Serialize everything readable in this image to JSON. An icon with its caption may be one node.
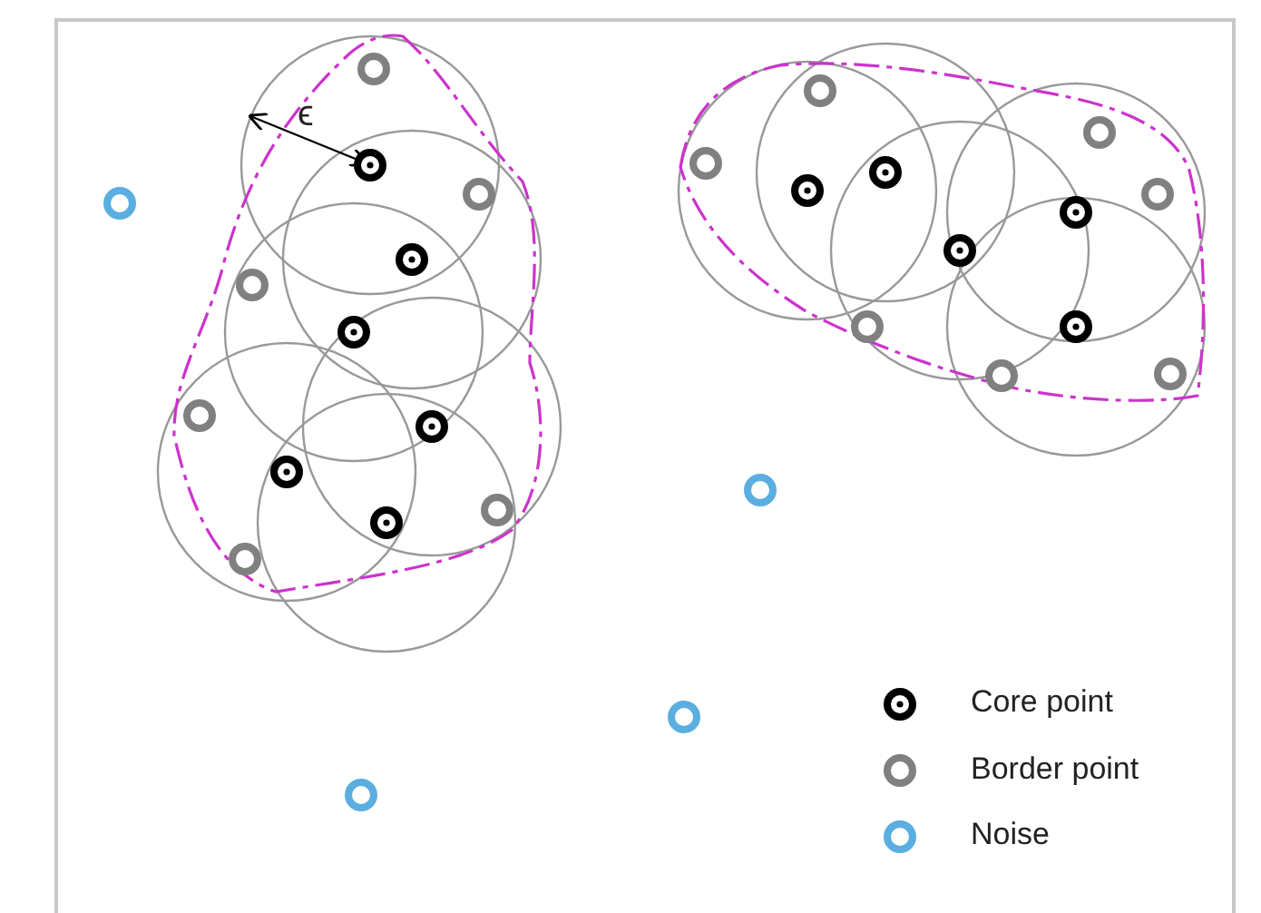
{
  "diagram": {
    "labels": [
      "ϵ"
    ],
    "legend": [
      {
        "text": "Core point"
      },
      {
        "text": "Border point"
      },
      {
        "text": "Noise"
      }
    ]
  }
}
